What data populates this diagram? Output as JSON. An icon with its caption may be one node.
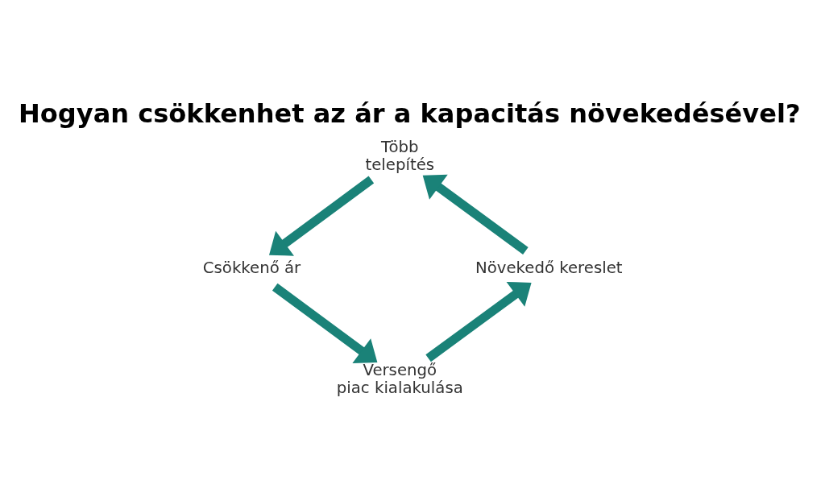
{
  "diagram": {
    "title": "Hogyan csökkenhet az ár a kapacitás növekedésével?",
    "nodes": [
      {
        "text": [
          "Több telepítés"
        ]
      },
      {
        "text": [
          "Csökkenő ár"
        ]
      },
      {
        "text": [
          "Versengő piac kialakulása"
        ]
      },
      {
        "text": [
          "Növekedő kereslet"
        ]
      }
    ],
    "edges": [
      {
        "from": 0,
        "to": 1,
        "arrow": "to"
      },
      {
        "from": 1,
        "to": 2,
        "arrow": "to"
      },
      {
        "from": 2,
        "to": 3,
        "arrow": "to"
      },
      {
        "from": 3,
        "to": 0,
        "arrow": "to"
      }
    ]
  }
}
